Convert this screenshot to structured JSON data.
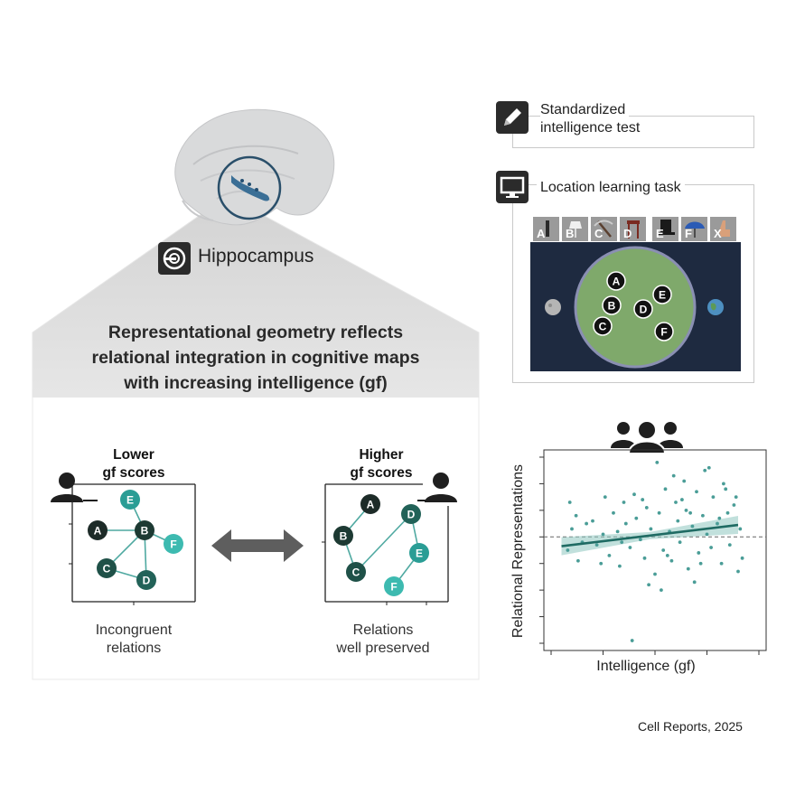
{
  "brain": {
    "label": "Hippocampus"
  },
  "headline": {
    "lines": [
      "Representational geometry reflects",
      "relational integration in cognitive maps",
      "with increasing intelligence (gf)"
    ]
  },
  "graphs": {
    "lower": {
      "title_lines": [
        "Lower",
        "gf scores"
      ],
      "caption_lines": [
        "Incongruent",
        "relations"
      ],
      "nodes": [
        "A",
        "B",
        "C",
        "D",
        "E",
        "F"
      ]
    },
    "higher": {
      "title_lines": [
        "Higher",
        "gf scores"
      ],
      "caption_lines": [
        "Relations",
        "well preserved"
      ],
      "nodes": [
        "A",
        "B",
        "C",
        "D",
        "E",
        "F"
      ]
    }
  },
  "tasks": {
    "test": {
      "lines": [
        "Standardized",
        "intelligence test"
      ]
    },
    "learning": {
      "label": "Location learning task",
      "strip_letters": [
        "A",
        "B",
        "C",
        "D",
        "E",
        "F",
        "X"
      ],
      "arena_letters": [
        "A",
        "B",
        "C",
        "D",
        "E",
        "F"
      ]
    }
  },
  "chart_data": {
    "type": "scatter",
    "xlabel": "Intelligence (gf)",
    "ylabel": "Relational Representations",
    "xlim": [
      0,
      10
    ],
    "ylim": [
      -4,
      3
    ],
    "reference_line_y": 0,
    "trend": {
      "x": [
        0.5,
        9.0
      ],
      "y": [
        -0.35,
        0.45
      ]
    },
    "points": [
      [
        0.9,
        1.3
      ],
      [
        1.2,
        0.8
      ],
      [
        1.0,
        0.3
      ],
      [
        1.5,
        -0.2
      ],
      [
        0.8,
        -0.5
      ],
      [
        1.3,
        -0.9
      ],
      [
        2.0,
        0.6
      ],
      [
        2.2,
        -0.3
      ],
      [
        2.5,
        0.1
      ],
      [
        2.8,
        -0.7
      ],
      [
        3.0,
        0.9
      ],
      [
        3.2,
        0.2
      ],
      [
        3.3,
        -1.1
      ],
      [
        3.6,
        0.5
      ],
      [
        3.8,
        -0.4
      ],
      [
        4.0,
        1.6
      ],
      [
        4.1,
        0.7
      ],
      [
        4.3,
        -0.1
      ],
      [
        4.5,
        -0.8
      ],
      [
        4.6,
        1.1
      ],
      [
        4.8,
        0.3
      ],
      [
        5.0,
        -1.4
      ],
      [
        5.1,
        2.8
      ],
      [
        5.2,
        0.9
      ],
      [
        5.4,
        -0.5
      ],
      [
        5.5,
        1.8
      ],
      [
        5.7,
        0.2
      ],
      [
        5.8,
        -0.9
      ],
      [
        6.0,
        1.3
      ],
      [
        6.1,
        0.6
      ],
      [
        6.2,
        -0.2
      ],
      [
        6.4,
        2.1
      ],
      [
        6.5,
        1.0
      ],
      [
        6.6,
        -1.2
      ],
      [
        6.8,
        0.4
      ],
      [
        7.0,
        1.7
      ],
      [
        7.1,
        -0.6
      ],
      [
        7.3,
        0.8
      ],
      [
        7.4,
        2.5
      ],
      [
        7.5,
        0.1
      ],
      [
        7.7,
        -0.4
      ],
      [
        7.8,
        1.5
      ],
      [
        8.0,
        0.5
      ],
      [
        8.2,
        -1.0
      ],
      [
        8.3,
        2.0
      ],
      [
        8.5,
        0.9
      ],
      [
        8.6,
        -0.3
      ],
      [
        8.8,
        1.2
      ],
      [
        9.0,
        -1.3
      ],
      [
        9.1,
        0.3
      ],
      [
        3.9,
        -3.9
      ],
      [
        5.3,
        -2.0
      ],
      [
        4.7,
        -1.8
      ],
      [
        6.9,
        -1.7
      ],
      [
        2.6,
        1.5
      ],
      [
        3.5,
        1.3
      ],
      [
        5.9,
        2.3
      ],
      [
        7.6,
        2.6
      ],
      [
        8.4,
        1.8
      ],
      [
        6.3,
        1.4
      ],
      [
        1.7,
        0.5
      ],
      [
        2.4,
        -1.0
      ],
      [
        4.4,
        1.4
      ],
      [
        5.6,
        -0.7
      ],
      [
        6.7,
        0.9
      ],
      [
        7.2,
        -1.0
      ],
      [
        8.1,
        0.7
      ],
      [
        8.9,
        1.5
      ],
      [
        9.2,
        -0.8
      ],
      [
        3.4,
        -0.2
      ]
    ]
  },
  "footer": {
    "citation": "Cell Reports, 2025"
  },
  "colors": {
    "teal": "#2a9d95",
    "dark_green": "#1a3a32",
    "arena_green": "#7fa96b",
    "arena_bg": "#1e2a40",
    "point": "#4a9d97"
  }
}
